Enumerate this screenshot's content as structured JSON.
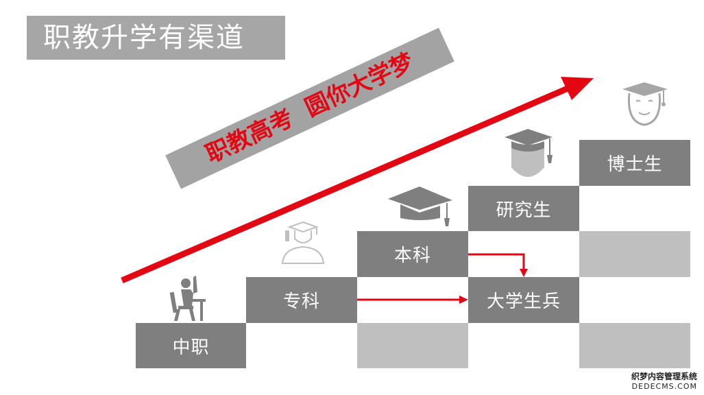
{
  "title": "职教升学有渠道",
  "banner": "职教高考  圆你大学梦",
  "steps": {
    "zhongzhi": "中职",
    "zhuanke": "专科",
    "benke": "本科",
    "yanjiusheng": "研究生",
    "boshisheng": "博士生",
    "daxueshengbing": "大学生兵"
  },
  "colors": {
    "accent": "#e30613",
    "dark_gray": "#7f7f7f",
    "light_gray": "#bfbfbf",
    "title_gray": "#a6a6a6"
  },
  "icons": [
    "student-desk-icon",
    "small-graduate-icon",
    "mortarboard-icon",
    "graduate-bust-icon",
    "doctor-face-icon"
  ],
  "watermark": {
    "line1": "织梦内容管理系统",
    "line2": "DEDECMS.COM"
  }
}
